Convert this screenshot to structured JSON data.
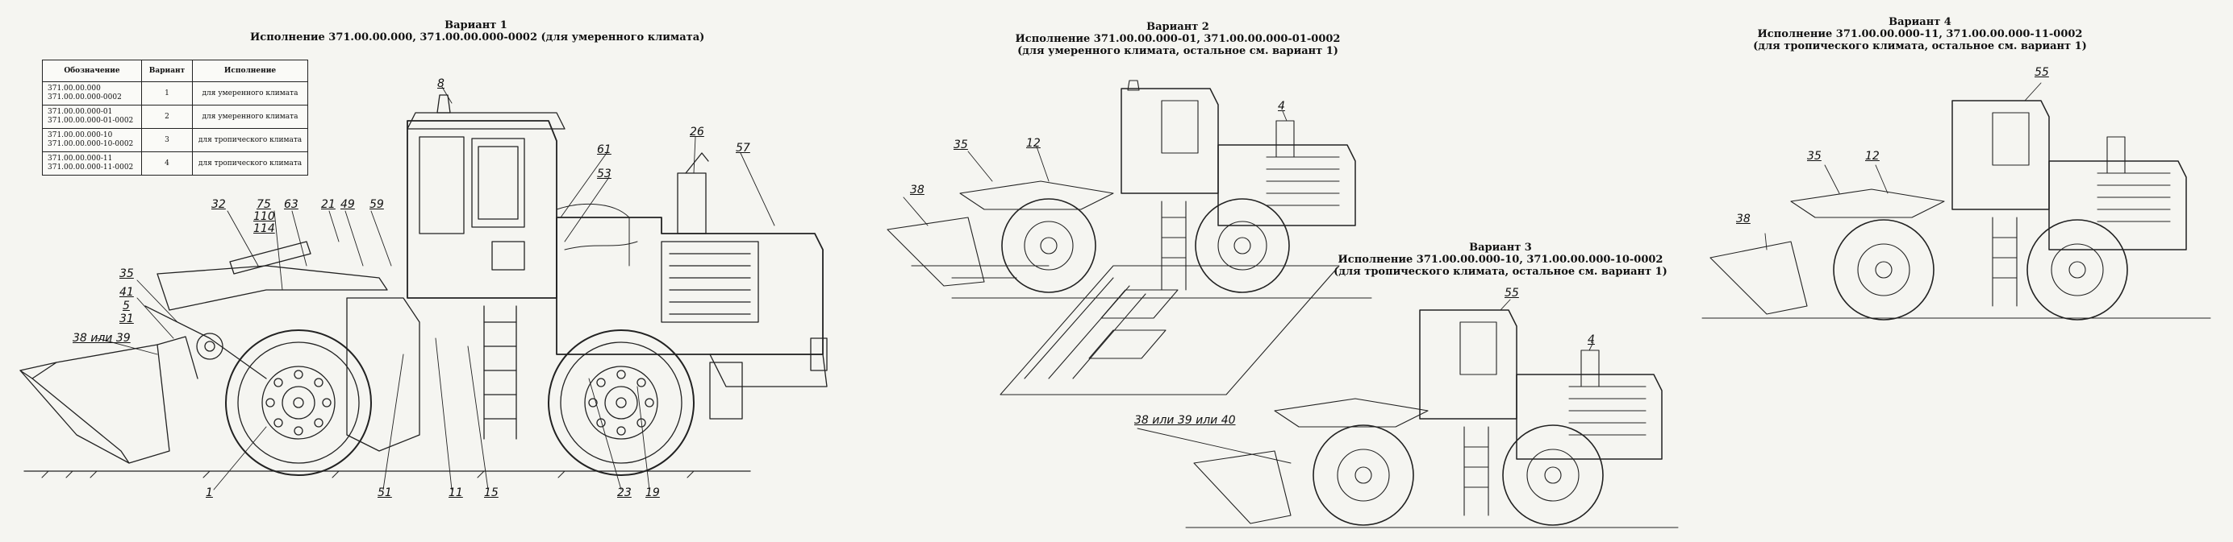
{
  "titles": {
    "v1": {
      "name": "Вариант 1",
      "line1": "Исполнение 371.00.00.000, 371.00.00.000-0002 (для умеренного климата)"
    },
    "v2": {
      "name": "Вариант 2",
      "line1": "Исполнение 371.00.00.000-01, 371.00.00.000-01-0002",
      "line2": "(для умеренного климата, остальное см. вариант 1)"
    },
    "v3": {
      "name": "Вариант 3",
      "line1": "Исполнение 371.00.00.000-10, 371.00.00.000-10-0002",
      "line2": "(для тропического климата, остальное см. вариант 1)"
    },
    "v4": {
      "name": "Вариант 4",
      "line1": "Исполнение 371.00.00.000-11, 371.00.00.000-11-0002",
      "line2": "(для тропического климата, остальное см. вариант 1)"
    }
  },
  "table": {
    "headers": [
      "Обозначение",
      "Вариант",
      "Исполнение"
    ],
    "rows": [
      {
        "code1": "371.00.00.000",
        "code2": "371.00.00.000-0002",
        "variant": "1",
        "execution": "для умеренного климата"
      },
      {
        "code1": "371.00.00.000-01",
        "code2": "371.00.00.000-01-0002",
        "variant": "2",
        "execution": "для умеренного климата"
      },
      {
        "code1": "371.00.00.000-10",
        "code2": "371.00.00.000-10-0002",
        "variant": "3",
        "execution": "для тропического климата"
      },
      {
        "code1": "371.00.00.000-11",
        "code2": "371.00.00.000-11-0002",
        "variant": "4",
        "execution": "для тропического климата"
      }
    ]
  },
  "callouts": {
    "c8": "8",
    "c61": "61",
    "c53": "53",
    "c26": "26",
    "c57": "57",
    "c32": "32",
    "c75": "75",
    "c110": "110",
    "c114": "114",
    "c63": "63",
    "c21": "21",
    "c49": "49",
    "c59": "59",
    "c35": "35",
    "c41": "41",
    "c5": "5",
    "c31": "31",
    "c3839": "38 или 39",
    "c1": "1",
    "c51": "51",
    "c11": "11",
    "c15": "15",
    "c23": "23",
    "c19": "19",
    "v2_35": "35",
    "v2_12": "12",
    "v2_38": "38",
    "v2_4": "4",
    "v3_55": "55",
    "v3_4": "4",
    "v3_383940": "38 или 39 или 40",
    "v4_55": "55",
    "v4_35": "35",
    "v4_12": "12",
    "v4_38": "38"
  }
}
